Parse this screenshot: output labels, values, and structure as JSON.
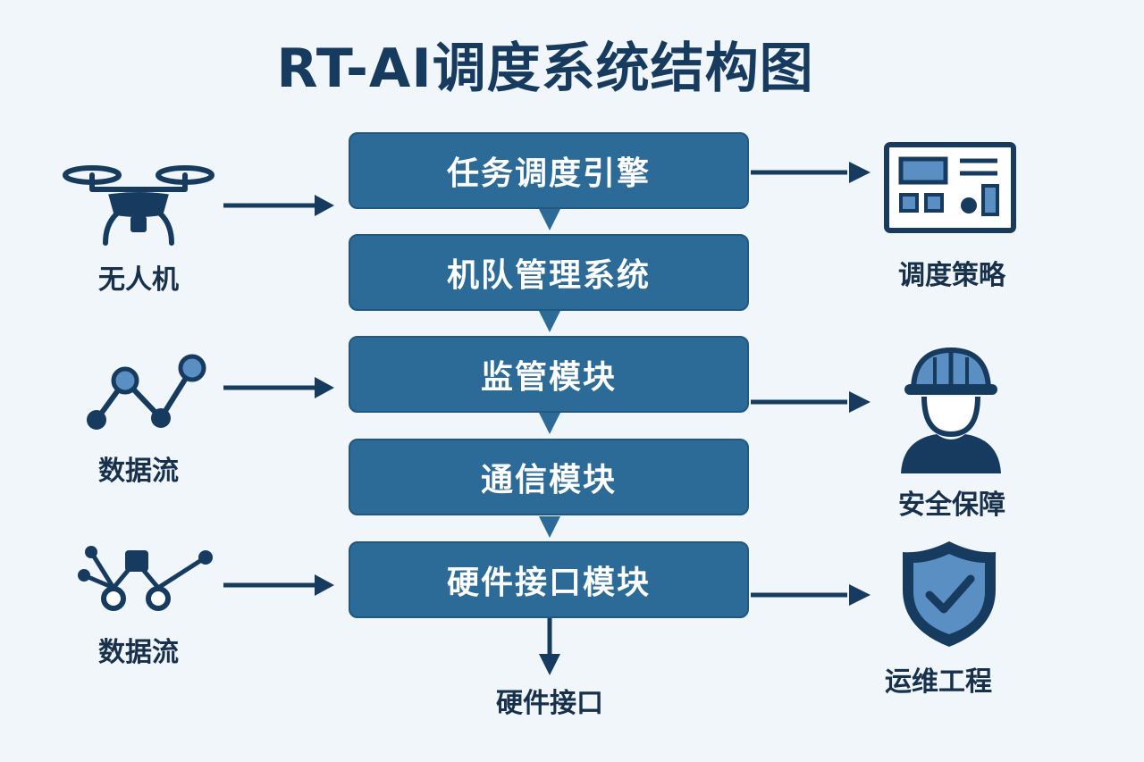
{
  "title": "RT-AI调度系统结构图",
  "modules": [
    {
      "label": "任务调度引擎"
    },
    {
      "label": "机队管理系统"
    },
    {
      "label": "监管模块"
    },
    {
      "label": "通信模块"
    },
    {
      "label": "硬件接口模块"
    }
  ],
  "inputs": [
    {
      "label": "无人机",
      "icon": "drone-icon"
    },
    {
      "label": "数据流",
      "icon": "line-graph-icon"
    },
    {
      "label": "数据流",
      "icon": "network-nodes-icon"
    }
  ],
  "outputs": [
    {
      "label": "调度策略",
      "icon": "dashboard-panel-icon"
    },
    {
      "label": "安全保障",
      "icon": "worker-helmet-icon"
    },
    {
      "label": "运维工程",
      "icon": "shield-check-icon"
    }
  ],
  "bottom_output": {
    "label": "硬件接口"
  },
  "colors": {
    "background": "#f1f6fa",
    "module_fill": "#2c6a97",
    "module_border": "#22577e",
    "module_text": "#ffffff",
    "arrow": "#173b5e",
    "connector": "#2c6a97",
    "icon_dark": "#173b5e",
    "icon_accent": "#5a8fc4"
  }
}
